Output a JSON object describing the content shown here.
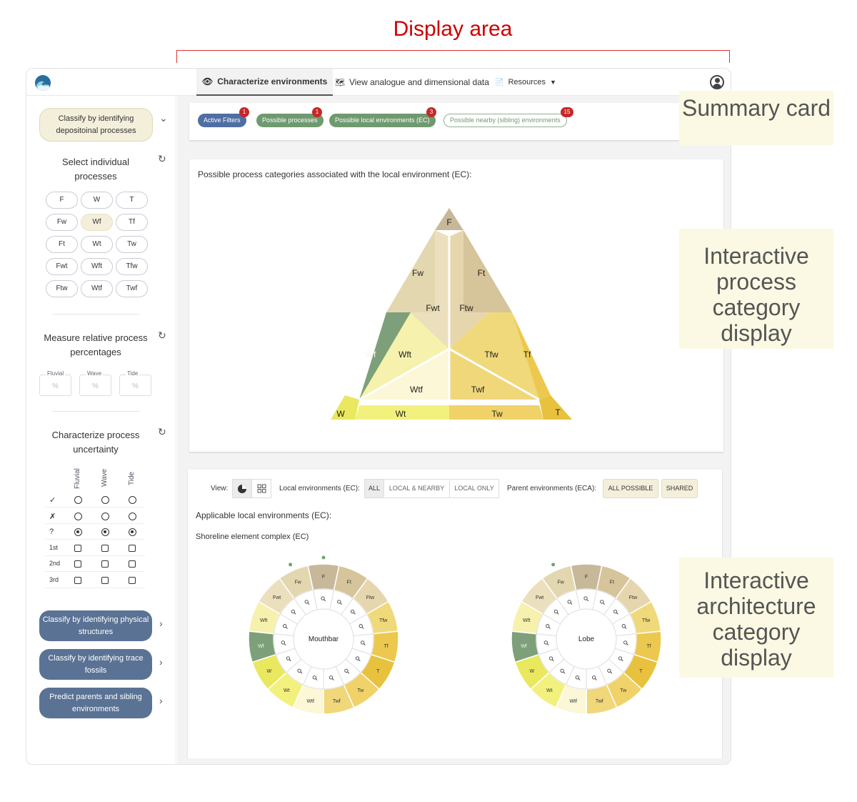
{
  "annotations": {
    "title": "Display area",
    "summary": "Summary card",
    "process": "Interactive process category display",
    "architecture": "Interactive architecture category display"
  },
  "nav": {
    "tabs": [
      "Characterize environments",
      "View analogue and dimensional data",
      "Resources"
    ]
  },
  "sidebar": {
    "classify_depositional": "Classify by identifying depositoinal processes",
    "select_title": "Select individual processes",
    "process_buttons": [
      "F",
      "W",
      "T",
      "Fw",
      "Wf",
      "Tf",
      "Ft",
      "Wt",
      "Tw",
      "Fwt",
      "Wft",
      "Tfw",
      "Ftw",
      "Wtf",
      "Twf"
    ],
    "selected_button": "Wf",
    "measure_title": "Measure relative process percentages",
    "pct_fields": [
      {
        "label": "Fluvial",
        "placeholder": "%"
      },
      {
        "label": "Wave",
        "placeholder": "%"
      },
      {
        "label": "Tide",
        "placeholder": "%"
      }
    ],
    "uncertainty_title": "Characterize process uncertainty",
    "uncertainty_cols": [
      "Fluvial",
      "Wave",
      "Tide"
    ],
    "uncertainty_rows": [
      "✓",
      "✗",
      "?",
      "1st",
      "2nd",
      "3rd"
    ],
    "classify_physical": "Classify by identifying physical structures",
    "classify_trace": "Classify by identifying trace fossils",
    "predict_parents": "Predict parents and sibling environments"
  },
  "summary": {
    "chips": [
      {
        "label": "Active Filters",
        "count": "1",
        "color": "#4f6fa3"
      },
      {
        "label": "Possible processes",
        "count": "1",
        "color": "#6f9a6f"
      },
      {
        "label": "Possible local environments (EC)",
        "count": "3",
        "color": "#6f9a6f"
      },
      {
        "label": "Possible nearby (sibling) environments",
        "count": "15",
        "color": "#ffffff"
      }
    ]
  },
  "process_card": {
    "heading": "Possible process categories associated with the local environment (EC):",
    "regions": [
      "F",
      "Fw",
      "Ft",
      "Fwt",
      "Ftw",
      "Wf",
      "Wft",
      "Tfw",
      "Tf",
      "Wtf",
      "Twf",
      "W",
      "Wt",
      "Tw",
      "T"
    ]
  },
  "arch_card": {
    "view_label": "View:",
    "local_label": "Local environments (EC):",
    "local_options": [
      "ALL",
      "LOCAL & NEARBY",
      "LOCAL ONLY"
    ],
    "parent_label": "Parent environments (ECA):",
    "parent_options": [
      "ALL POSSIBLE",
      "SHARED"
    ],
    "applicable": "Applicable local environments (EC):",
    "complex": "Shoreline element complex (EC)",
    "wheel_left_center": "Mouthbar",
    "wheel_right_center": "Lobe",
    "wheel_segments": [
      "F",
      "Ft",
      "Ftw",
      "Tfw",
      "Tf",
      "T",
      "Tw",
      "Twf",
      "Wtf",
      "Wt",
      "W",
      "Wf",
      "Wft",
      "Fwt",
      "Fw"
    ]
  },
  "colors": {
    "F": "#c8b89a",
    "Fw": "#e3d7b0",
    "Ft": "#d6c49a",
    "Fwt": "#ecdfbd",
    "Ftw": "#e6d6ae",
    "Wf": "#7da07a",
    "Wft": "#f6f1ad",
    "Tfw": "#f0d97a",
    "Tf": "#ecc94e",
    "Wtf": "#fbf7d7",
    "Twf": "#f0d77a",
    "W": "#e9e85e",
    "Wt": "#f3f17e",
    "Tw": "#f0d268",
    "T": "#e8c13e"
  }
}
